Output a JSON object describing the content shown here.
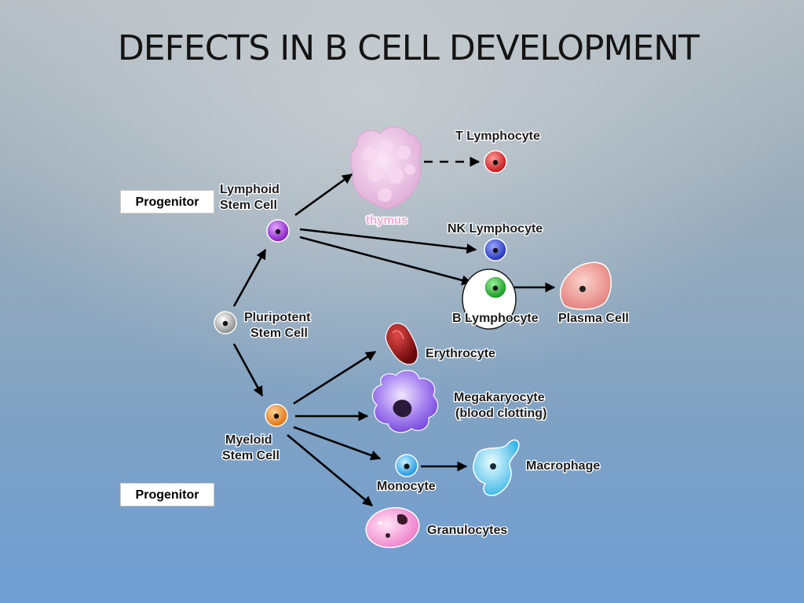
{
  "title": "DEFECTS IN B CELL DEVELOPMENT",
  "tags": {
    "top": "Progenitor",
    "bottom": "Progenitor"
  },
  "labels": {
    "lymphoid_line1": "Lymphoid",
    "lymphoid_line2": "Stem Cell",
    "pluripotent_line1": "Pluripotent",
    "pluripotent_line2": "Stem Cell",
    "myeloid_line1": "Myeloid",
    "myeloid_line2": "Stem Cell",
    "thymus": "thymus",
    "t_lymphocyte": "T Lymphocyte",
    "nk_lymphocyte": "NK Lymphocyte",
    "b_lymphocyte": "B Lymphocyte",
    "plasma_cell": "Plasma Cell",
    "erythrocyte": "Erythrocyte",
    "megakaryocyte_line1": "Megakaryocyte",
    "megakaryocyte_line2": "(blood clotting)",
    "monocyte": "Monocyte",
    "macrophage": "Macrophage",
    "granulocytes": "Granulocytes"
  },
  "colors": {
    "t_lymphocyte": "#e02a2a",
    "nk_lymphocyte": "#3848d8",
    "b_lymphocyte": "#22b52c",
    "lymphoid": "#a43ad8",
    "pluripotent": "#a8a8a8",
    "myeloid": "#ee8a1f",
    "monocyte": "#2aa3e8",
    "thymus": "#f1c8e6",
    "thymus_label": "#f2a8d4",
    "plasma": "#ef9a96",
    "erythrocyte": "#9a1515",
    "megakaryocyte": "#9a72e6",
    "macrophage": "#5cc9ec",
    "granulocyte": "#f59ad8",
    "highlight": "#ffffff"
  }
}
